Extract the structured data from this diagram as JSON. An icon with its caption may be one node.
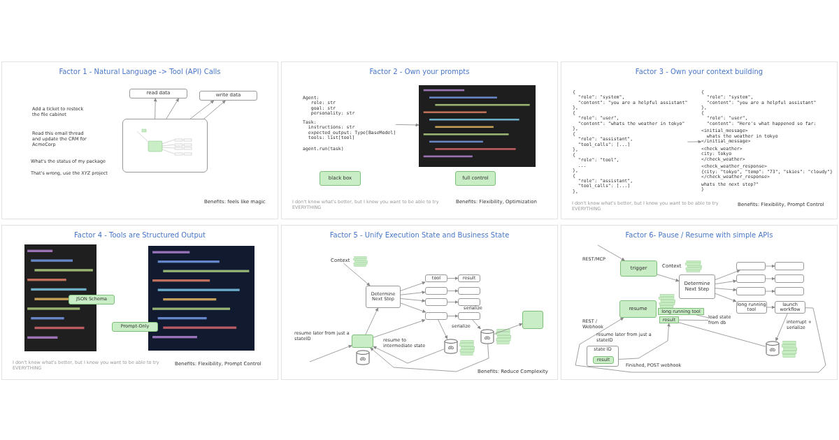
{
  "diagram": {
    "nodes": [
      {
        "text": [
          "Factor 1 - Natural Language -> Tool (API) Calls"
        ]
      },
      {
        "text": [
          "read data"
        ],
        "in": 0
      },
      {
        "text": [
          "write data"
        ],
        "in": 0
      },
      {
        "text": [],
        "shape": "box",
        "in": 0
      },
      {
        "text": [
          "Factor 2 - Own your prompts"
        ]
      },
      {
        "text": [
          "Agent:",
          "   role: str",
          "   goal: str",
          "   personality: str",
          "Task:",
          "  instructions: str",
          "  expected_output: Type[BaseModel]",
          "  tools: list[tool]",
          "agent.run(task)"
        ],
        "in": 4
      },
      {
        "text": [],
        "shape": "picture",
        "in": 4
      },
      {
        "text": [
          "black box"
        ],
        "in": 4
      },
      {
        "text": [
          "full control"
        ],
        "in": 4
      },
      {
        "text": [
          "Factor 3 - Own your context building"
        ]
      },
      {
        "text": [
          "{",
          "  \"role\": \"system\",",
          "  \"content\": \"you are a helpful assistant\"",
          "},",
          "{",
          "  \"role\": \"user\",",
          "  \"content\": \"whats the weather in tokyo\"",
          "},",
          "{",
          "  \"role\": \"assistant\",",
          "  \"tool_calls\": [...]",
          "},",
          "{",
          "  \"role\": \"tool\",",
          "  ...",
          "},",
          "{",
          "  \"role\": \"assistant\",",
          "  \"tool_calls\": [...]",
          "},"
        ],
        "in": 9
      },
      {
        "text": [
          "{",
          "  \"role\": \"system\",",
          "  \"content\": \"you are a helpful assistant\"",
          "},",
          "{",
          "  \"role\": \"user\",",
          "  \"content\": \"Here's what happened so far:",
          "<initial_message>",
          "  whats the weather in tokyo",
          "</initial_message>",
          "<check_weather>",
          "city: tokyo",
          "</check_weather>",
          "<check_weather_response>",
          "{city: \"tokyo\", \"temp\": \"73\", \"skies\": \"cloudy\"}",
          "</check_weather_response>",
          "whats the next step?\"",
          "}"
        ],
        "in": 9
      },
      {
        "text": [
          "Factor 4 - Tools are Structured Output"
        ]
      },
      {
        "text": [],
        "shape": "picture",
        "in": 12
      },
      {
        "text": [],
        "shape": "picture",
        "in": 12
      },
      {
        "text": [
          "JSON Schema"
        ],
        "in": 12
      },
      {
        "text": [
          "Prompt-Only"
        ],
        "in": 12
      },
      {
        "text": [
          "Factor 5 - Unify Execution State and Business State"
        ]
      },
      {
        "text": [
          "Context"
        ],
        "in": 17
      },
      {
        "text": [
          "Determine Next Step"
        ],
        "in": 17
      },
      {
        "text": [
          "tool"
        ],
        "in": 17
      },
      {
        "text": [
          "result"
        ],
        "in": 17
      },
      {
        "text": [],
        "shape": "box",
        "in": 17
      },
      {
        "text": [],
        "shape": "box",
        "in": 17
      },
      {
        "text": [],
        "shape": "box",
        "in": 17
      },
      {
        "text": [],
        "shape": "box",
        "in": 17
      },
      {
        "text": [],
        "shape": "box",
        "in": 17
      },
      {
        "text": [],
        "shape": "box",
        "in": 17
      },
      {
        "text": [],
        "shape": "box",
        "in": 17
      },
      {
        "text": [
          "db"
        ],
        "in": 17
      },
      {
        "text": [
          "db"
        ],
        "in": 17
      },
      {
        "text": [
          "db"
        ],
        "in": 17
      },
      {
        "text": [],
        "shape": "box",
        "in": 17
      },
      {
        "text": [
          "Factor 6- Pause / Resume with simple APIs"
        ]
      },
      {
        "text": [
          "trigger"
        ],
        "in": 33
      },
      {
        "text": [
          "Context"
        ],
        "in": 33
      },
      {
        "text": [
          "Determine Next Step"
        ],
        "in": 33
      },
      {
        "text": [
          "resume"
        ],
        "in": 33
      },
      {
        "text": [],
        "shape": "box",
        "in": 33
      },
      {
        "text": [],
        "shape": "box",
        "in": 33
      },
      {
        "text": [],
        "shape": "box",
        "in": 33
      },
      {
        "text": [],
        "shape": "box",
        "in": 33
      },
      {
        "text": [],
        "shape": "box",
        "in": 33
      },
      {
        "text": [],
        "shape": "box",
        "in": 33
      },
      {
        "text": [
          "long running tool"
        ],
        "in": 33
      },
      {
        "text": [
          "launch workflow"
        ],
        "in": 33
      },
      {
        "text": [
          "db"
        ],
        "in": 33
      },
      {
        "text": [
          "state ID"
        ],
        "in": 33
      },
      {
        "text": [
          "result"
        ],
        "in": 47
      },
      {
        "text": [
          "long running tool"
        ],
        "in": 33
      },
      {
        "text": [
          "result"
        ],
        "in": 33
      },
      {
        "text": [
          "load state from db"
        ],
        "in": 33
      }
    ],
    "edges": [
      {
        "from": 3,
        "to": 1,
        "arrow": "to"
      },
      {
        "from": 3,
        "to": 1,
        "arrow": "to"
      },
      {
        "from": 3,
        "to": 2,
        "arrow": "to"
      },
      {
        "from": 3,
        "to": 2,
        "arrow": "to"
      },
      {
        "from": 5,
        "to": 6,
        "arrow": "to"
      },
      {
        "from": 10,
        "to": 11,
        "arrow": "to"
      },
      {
        "from": 18,
        "to": 19,
        "arrow": "to"
      },
      {
        "from": null,
        "to": 28,
        "arrow": "to"
      },
      {
        "from": 28,
        "to": 19,
        "arrow": "to"
      },
      {
        "from": 19,
        "to": 20,
        "arrow": "to"
      },
      {
        "from": 19,
        "to": 22,
        "arrow": "to"
      },
      {
        "from": 19,
        "to": 24,
        "arrow": "to"
      },
      {
        "from": 19,
        "to": 26,
        "arrow": "to"
      },
      {
        "from": 20,
        "to": 21,
        "arrow": "to"
      },
      {
        "from": 22,
        "to": 23,
        "arrow": "to"
      },
      {
        "from": 24,
        "to": 25,
        "arrow": "to"
      },
      {
        "from": 26,
        "to": 27,
        "arrow": "to"
      },
      {
        "from": 26,
        "to": 30,
        "arrow": "to"
      },
      {
        "from": 27,
        "to": 31,
        "arrow": "to"
      },
      {
        "from": 28,
        "to": 26,
        "arrow": "to"
      },
      {
        "from": 30,
        "to": 28,
        "arrow": "to"
      },
      {
        "from": 31,
        "to": 28,
        "arrow": "to"
      },
      {
        "from": 31,
        "to": 32,
        "arrow": "to"
      },
      {
        "from": null,
        "to": 34,
        "arrow": "to"
      },
      {
        "from": 34,
        "to": 36,
        "arrow": "to"
      },
      {
        "from": 36,
        "to": 38,
        "arrow": "to"
      },
      {
        "from": 36,
        "to": 40,
        "arrow": "to"
      },
      {
        "from": 36,
        "to": 42,
        "arrow": "to"
      },
      {
        "from": 36,
        "to": 44,
        "arrow": "to"
      },
      {
        "from": 38,
        "to": 39,
        "arrow": "to"
      },
      {
        "from": 40,
        "to": 41,
        "arrow": "to"
      },
      {
        "from": 42,
        "to": 43,
        "arrow": "to"
      },
      {
        "from": 44,
        "to": 45,
        "arrow": "to"
      },
      {
        "from": 45,
        "to": 46,
        "arrow": "to"
      },
      {
        "from": 46,
        "to": 50,
        "arrow": "none"
      },
      {
        "from": 48,
        "to": 50,
        "arrow": "to"
      },
      {
        "from": 45,
        "to": 37,
        "arrow": "to"
      },
      {
        "from": 51,
        "to": 49,
        "arrow": "none"
      },
      {
        "from": 51,
        "to": 50,
        "arrow": "none"
      }
    ],
    "labels": [
      "Add a ticket to restock the file cabinet",
      "Read this email thread and update the CRM for AcmeCorp",
      "What's the status of my package",
      "That's wrong, use the XYZ project",
      "Benefits: feels like magic",
      "I don't know what's better, but I know you want to be able to try EVERYTHING",
      "Benefits: Flexibility, Optimization",
      "I don't know what's better, but I know you want to be able to try EVERYTHING",
      "Benefits: Flexibility, Prompt Control",
      "I don't know what's better, but I know you want to be able to try EVERYTHING",
      "Benefits: Flexibility, Prompt Control",
      "serialize",
      "resume to intermediate state",
      "serialize",
      "resume later from just a stateID",
      "Benefits: Reduce Complexity",
      "REST/MCP",
      "REST / Webhook",
      "interrupt + serialize",
      "resume later from just a stateID",
      "Finished, POST webhook"
    ]
  }
}
